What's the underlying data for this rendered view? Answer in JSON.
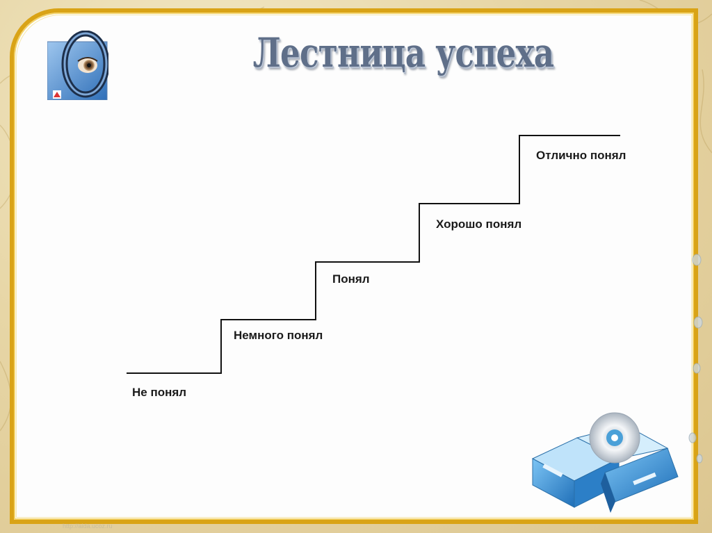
{
  "title": "Лестница успеха",
  "steps": [
    {
      "label": "Не понял"
    },
    {
      "label": "Немного понял"
    },
    {
      "label": "Понял"
    },
    {
      "label": "Хорошо понял"
    },
    {
      "label": "Отлично понял"
    }
  ],
  "footer_url": "http://aida.ucoz.ru",
  "colors": {
    "frame": "#d9a316",
    "title": "#5f6f89",
    "line": "#111111",
    "binder": "#2f8fd8"
  },
  "icons": {
    "logo": "eye-logo-icon",
    "binders": "blue-binders-with-disc-icon",
    "drops": "water-drops-icon"
  }
}
